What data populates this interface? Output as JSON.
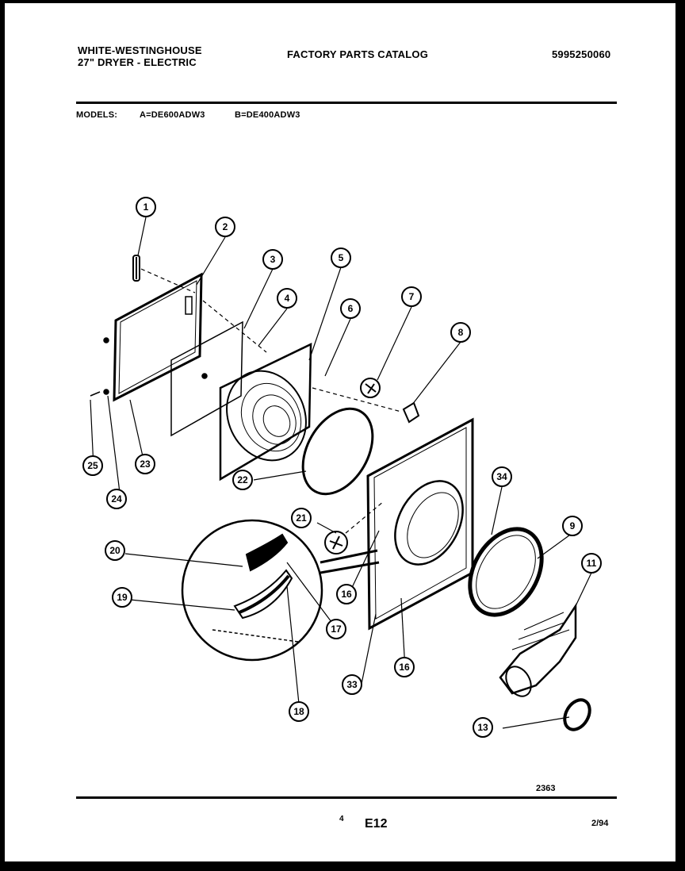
{
  "header": {
    "brand": "WHITE-WESTINGHOUSE",
    "product": "27\" DRYER - ELECTRIC",
    "catalog_title": "FACTORY PARTS CATALOG",
    "catalog_number": "5995250060",
    "models_label": "MODELS:",
    "model_a": "A=DE600ADW3",
    "model_b": "B=DE400ADW3"
  },
  "callouts": {
    "c1": "1",
    "c2": "2",
    "c3": "3",
    "c4": "4",
    "c5": "5",
    "c6": "6",
    "c7": "7",
    "c8": "8",
    "c9": "9",
    "c11": "11",
    "c13": "13",
    "c16a": "16",
    "c16b": "16",
    "c17": "17",
    "c18": "18",
    "c19": "19",
    "c20": "20",
    "c21": "21",
    "c22": "22",
    "c23": "23",
    "c24": "24",
    "c25": "25",
    "c33": "33",
    "c34": "34"
  },
  "footer": {
    "code": "2363",
    "page_number": "4",
    "section": "E12",
    "date": "2/94"
  }
}
